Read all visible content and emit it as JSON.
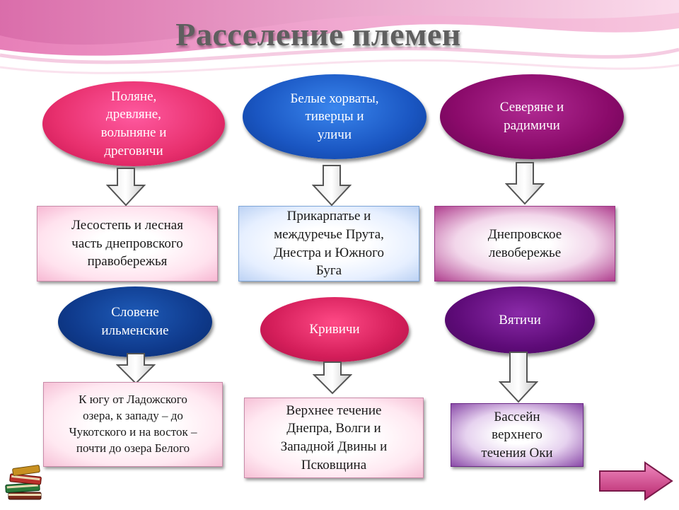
{
  "title": "Расселение племен",
  "groups": [
    {
      "tribes": "Поляне,\nдревляне,\nволыняне и\nдреговичи",
      "region": "Лесостепь и лесная\nчасть днепровского\nправобережья"
    },
    {
      "tribes": "Белые хорваты,\nтиверцы и\nуличи",
      "region": "Прикарпатье и\nмеждуречье Прута,\nДнестра и Южного\nБуга"
    },
    {
      "tribes": "Северяне и\nрадимичи",
      "region": "Днепровское\nлевобережье"
    },
    {
      "tribes": "Словене\nильменские",
      "region": "К югу от Ладожского\nозера, к западу – до\nЧукотского и на восток –\nпочти до озера Белого"
    },
    {
      "tribes": "Кривичи",
      "region": "Верхнее течение\nДнепра, Волги и\nЗападной Двины и\nПсковщина"
    },
    {
      "tribes": "Вятичи",
      "region": "Бассейн\nверхнего\nтечения Оки"
    }
  ],
  "icons": {
    "books": "books-icon",
    "next": "next-arrow-icon",
    "down": "down-arrow-icon"
  },
  "colors": {
    "ellipse_pink": "#e8306e",
    "ellipse_blue": "#1a56c2",
    "ellipse_purple": "#8a0a6a",
    "ellipse_navy": "#0f3a8c",
    "ellipse_red": "#d41e5a",
    "ellipse_violet": "#5e0b78"
  }
}
